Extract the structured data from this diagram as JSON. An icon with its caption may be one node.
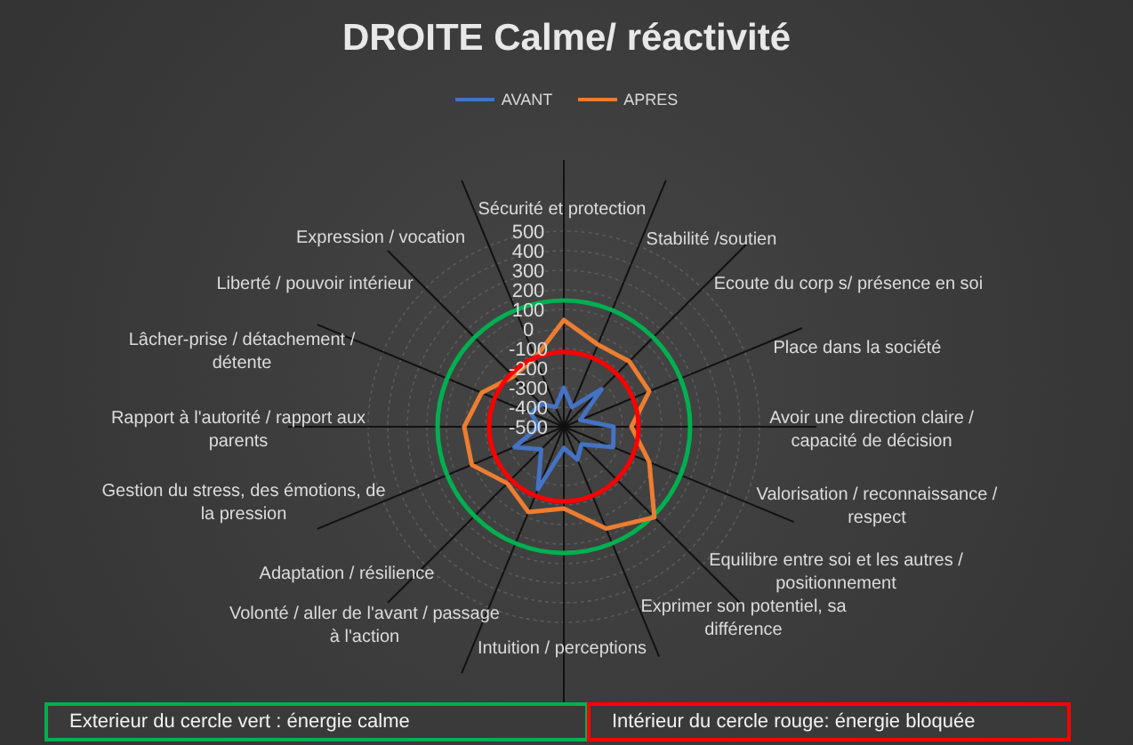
{
  "diagram": {
    "title": "DROITE Calme/ réactivité",
    "nodes": [
      {
        "text": [
          "Exterieur du cercle vert : énergie calme"
        ]
      },
      {
        "text": [
          "Intérieur  du cercle rouge: énergie bloquée"
        ]
      }
    ],
    "labels": [
      "500",
      "400",
      "300",
      "200",
      "100",
      "0",
      "-100",
      "-200",
      "-300",
      "-400",
      "-500",
      "Sécurité et protection",
      "Stabilité  /soutien",
      "Ecoute du corp s/ présence en soi",
      "Place dans la société",
      "Avoir une direction claire / capacité de décision",
      "Valorisation / reconnaissance / respect",
      "Equilibre entre soi et les autres / positionnement",
      "Exprimer son potentiel, sa différence",
      "Intuition / perceptions",
      "Volonté / aller de l'avant / passage à l'action",
      "Adaptation / résilience",
      "Gestion du stress, des émotions, de la pression",
      "Rapport à l'autorité / rapport aux parents",
      "Lâcher-prise / détachement / détente",
      "Liberté / pouvoir intérieur",
      "Expression / vocation"
    ],
    "legend": [
      {
        "text": "AVANT"
      },
      {
        "text": "APRES"
      }
    ]
  }
}
